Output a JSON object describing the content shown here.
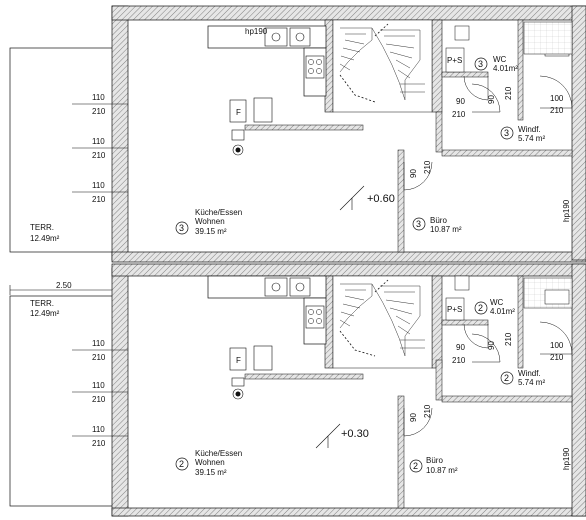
{
  "floors": [
    {
      "id": "upper",
      "rooms": {
        "kitchen_num": "3",
        "kitchen_l1": "Küche/Essen",
        "kitchen_l2": "Wohnen",
        "kitchen_area": "39.15 m²",
        "wc_num": "3",
        "wc_name": "WC",
        "wc_area": "4.01m²",
        "windf_num": "3",
        "windf_name": "Windf.",
        "windf_area": "5.74 m²",
        "buero_num": "3",
        "buero_name": "Büro",
        "buero_area": "10.87 m²"
      },
      "level": "+0.60",
      "terrace_name": "TERR.",
      "terrace_area": "12.49m²",
      "window_dims": [
        {
          "w": "110",
          "h": "210"
        },
        {
          "w": "110",
          "h": "210"
        },
        {
          "w": "110",
          "h": "210"
        }
      ],
      "hp_top": "hp190",
      "hp_right": "hp190",
      "door_wc": {
        "w": "90",
        "h": "210"
      },
      "door_wc_v": {
        "w": "90",
        "h": "210"
      },
      "door_right": {
        "w": "100",
        "h": "210"
      },
      "door_buero": {
        "w": "90",
        "h": "210"
      },
      "ps": "P+S",
      "fridge": "F"
    },
    {
      "id": "lower",
      "rooms": {
        "kitchen_num": "2",
        "kitchen_l1": "Küche/Essen",
        "kitchen_l2": "Wohnen",
        "kitchen_area": "39.15 m²",
        "wc_num": "2",
        "wc_name": "WC",
        "wc_area": "4.01m²",
        "windf_num": "2",
        "windf_name": "Windf.",
        "windf_area": "5.74 m²",
        "buero_num": "2",
        "buero_name": "Büro",
        "buero_area": "10.87 m²"
      },
      "level": "+0.30",
      "terrace_name": "TERR.",
      "terrace_area": "12.49m²",
      "window_dims": [
        {
          "w": "110",
          "h": "210"
        },
        {
          "w": "110",
          "h": "210"
        },
        {
          "w": "110",
          "h": "210"
        }
      ],
      "hp_right": "hp190",
      "door_wc": {
        "w": "90",
        "h": "210"
      },
      "door_wc_v": {
        "w": "90",
        "h": "210"
      },
      "door_right": {
        "w": "100",
        "h": "210"
      },
      "door_buero": {
        "w": "90",
        "h": "210"
      },
      "ps": "P+S",
      "fridge": "F"
    }
  ],
  "dimension_250": "2.50",
  "colors": {
    "wall_fill": "#dcdcdc",
    "line": "#111111",
    "thin": "#555555"
  }
}
